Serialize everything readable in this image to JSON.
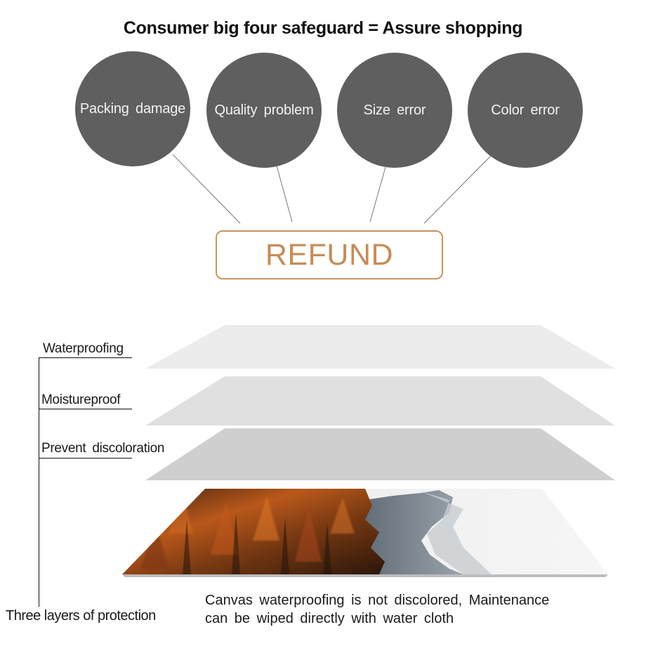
{
  "title": "Consumer big four safeguard = Assure shopping",
  "issues": [
    {
      "label": "Packing  damage"
    },
    {
      "label": "Quality  problem"
    },
    {
      "label": "Size  error"
    },
    {
      "label": "Color  error"
    }
  ],
  "outcome": {
    "label": "REFUND"
  },
  "protection_layers": [
    {
      "label": "Waterproofing"
    },
    {
      "label": "Moistureproof"
    },
    {
      "label": "Prevent  discoloration"
    }
  ],
  "group_label": "Three layers of protection",
  "note": {
    "line1": "Canvas  waterproofing  is  not  discolored,  Maintenance",
    "line2": "can  be  wiped  directly  with  water  cloth"
  },
  "colors": {
    "circle_fill": "#5f5f5f",
    "refund_accent": "#c9925d",
    "layer_top": "#ececec",
    "layer_middle": "#e0e0e0",
    "layer_bottom": "#cfcfcf"
  },
  "canvas_image": {
    "icon": "autumn-forest-and-misty-mountain-landscape"
  }
}
